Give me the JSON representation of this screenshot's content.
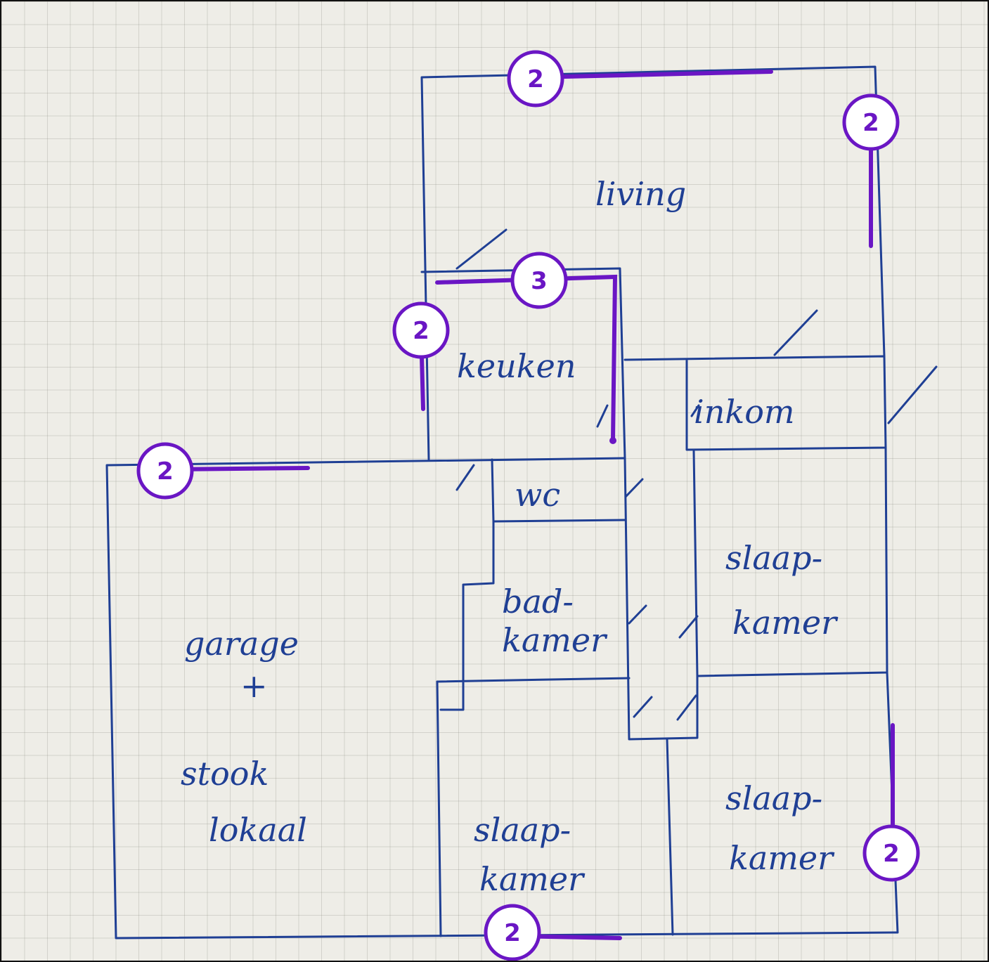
{
  "rooms": {
    "living": "living",
    "keuken": "keuken",
    "inkom": "inkom",
    "wc": "wc",
    "badkamer_1": "bad-",
    "badkamer_2": "kamer",
    "slaapkamer_right_1": "slaap-",
    "slaapkamer_right_2": "kamer",
    "garage_1": "garage",
    "garage_2": "+",
    "garage_3": "stook",
    "garage_4": "lokaal",
    "slaapkamer_bottom_1": "slaap-",
    "slaapkamer_bottom_2": "kamer",
    "slaapkamer_br_1": "slaap-",
    "slaapkamer_br_2": "kamer"
  },
  "markers": {
    "living_top": "2",
    "living_right": "2",
    "keuken_top": "3",
    "keuken_left": "2",
    "garage_top": "2",
    "bedroom_right": "2",
    "bottom": "2"
  },
  "colors": {
    "ink": "#1f3f94",
    "marker": "#6a16c4",
    "paper": "#eeede7"
  }
}
